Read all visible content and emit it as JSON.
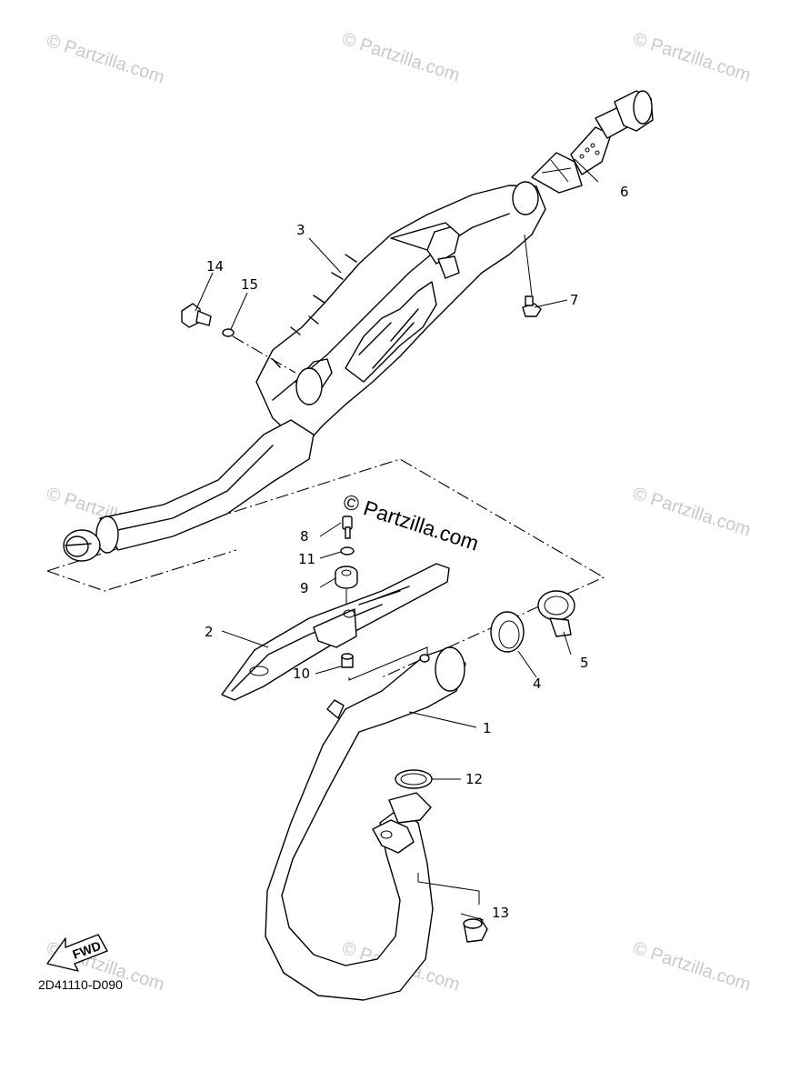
{
  "watermark": {
    "text": "© Partzilla.com"
  },
  "labels": {
    "fwd": "FWD",
    "diagram_code": "2D41110-D090"
  },
  "callouts": {
    "1": "1",
    "2": "2",
    "3": "3",
    "4": "4",
    "5": "5",
    "6": "6",
    "7": "7",
    "8": "8",
    "9": "9",
    "10": "10",
    "11": "11",
    "12": "12",
    "13": "13",
    "14": "14",
    "15": "15"
  },
  "colors": {
    "line": "#000000",
    "background": "#ffffff",
    "watermark": "#c9c9c9"
  }
}
